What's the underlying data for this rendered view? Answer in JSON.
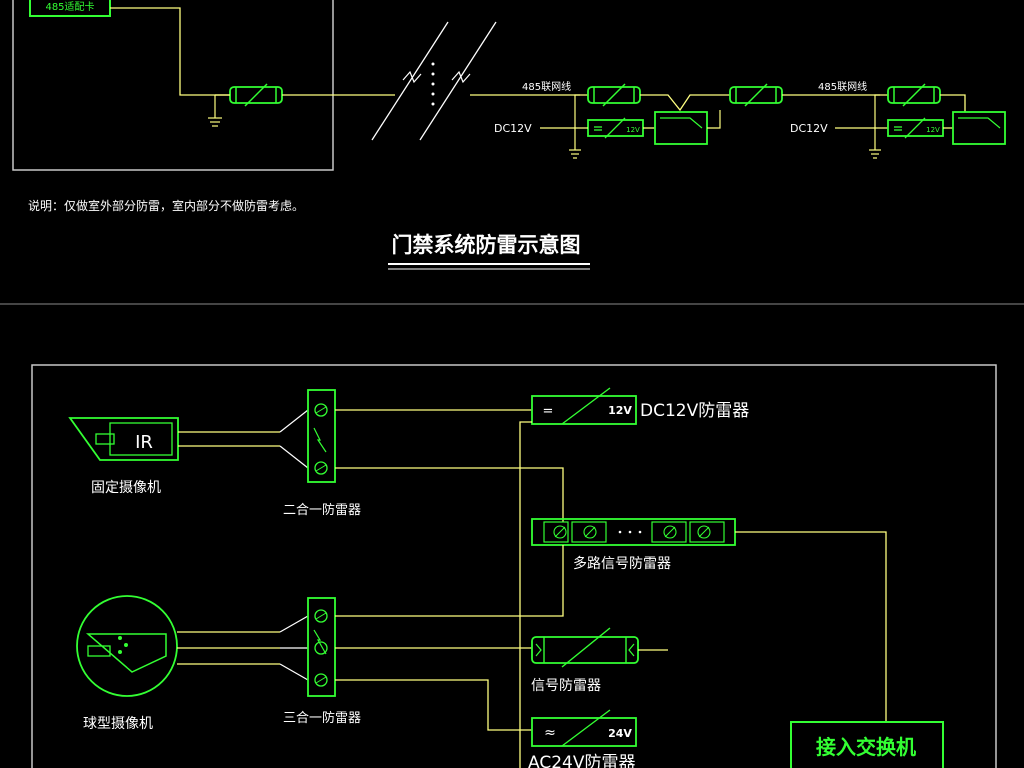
{
  "top": {
    "adapter_card": "485适配卡",
    "link_label_1": "485联网线",
    "link_label_2": "485联网线",
    "dc_label_1": "DC12V",
    "dc_label_2": "DC12V",
    "protector_voltage": "12V",
    "note": "说明：仅做室外部分防雷，室内部分不做防雷考虑。",
    "title": "门禁系统防雷示意图"
  },
  "bottom": {
    "fixed_camera": "固定摄像机",
    "ir_text": "IR",
    "two_in_one": "二合一防雷器",
    "dc12v_arrester": "DC12V防雷器",
    "dc12v_rating": "12V",
    "multi_signal": "多路信号防雷器",
    "dome_camera": "球型摄像机",
    "three_in_one": "三合一防雷器",
    "signal_arrester": "信号防雷器",
    "ac24v_rating": "24V",
    "ac24v_arrester": "AC24V防雷器",
    "switch": "接入交换机",
    "eq_symbol": "=",
    "ac_symbol": "≈"
  },
  "colors": {
    "background": "#000000",
    "green": "#33ff33",
    "yellow": "#ffff80",
    "white": "#ffffff",
    "frame": "#c8c8c8"
  }
}
